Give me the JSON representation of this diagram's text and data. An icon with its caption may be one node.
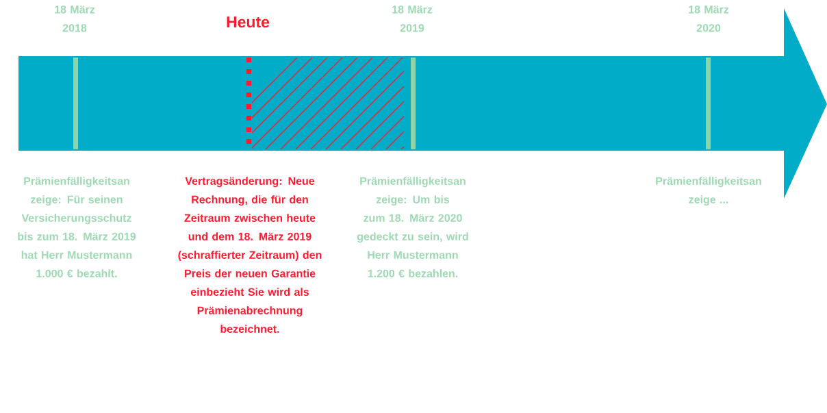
{
  "diagram": {
    "labels": [
      "18 März 2018",
      "Heute",
      "18 März 2019",
      "18 März 2020",
      "Prämienfälligkeitsan zeige: Für seinen Versicherungsschutz bis zum 18. März 2019 hat Herr Mustermann 1.000 € bezahlt.",
      "Vertragsänderung: Neue Rechnung, die für den Zeitraum zwischen heute und dem 18. März 2019 (schraffierter Zeitraum) den Preis der neuen Garantie einbezieht Sie wird als Prämienabrechnung bezeichnet.",
      "Prämienfälligkeitsan zeige: Um bis zum 18. März 2020 gedeckt zu sein, wird Herr Mustermann 1.200 € bezahlen.",
      "Prämienfälligkeitsan zeige ..."
    ]
  }
}
